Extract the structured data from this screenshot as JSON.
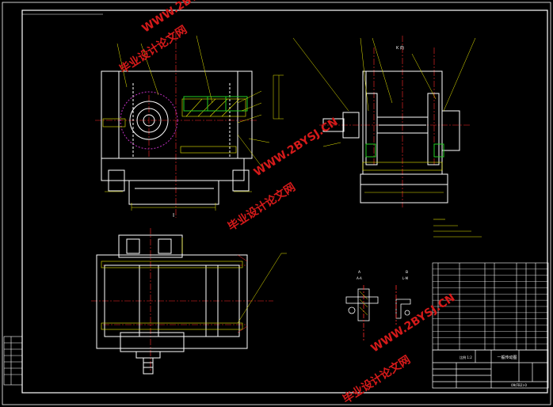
{
  "watermark": {
    "text_cn": "毕业设计论文网",
    "text_url": "WWW.2BYSJ.CN",
    "color": "#d61a1a"
  },
  "drawing": {
    "front_view_label": "I",
    "side_view_label": "K 向",
    "section_a_label": "A",
    "section_a_sub": "A-A",
    "section_b_label": "B",
    "section_b_sub": "L-M"
  },
  "colors": {
    "background": "#000000",
    "outline": "#ffffff",
    "centerline": "#ff2b2b",
    "hatch_yellow": "#e8e800",
    "green": "#22cc22",
    "cyan": "#20c8e0",
    "magenta": "#c030c0"
  },
  "title_block": {
    "drawing_name": "一般传动图",
    "scale": "比例 1:2",
    "drawing_no": "09(FB2)-0"
  }
}
